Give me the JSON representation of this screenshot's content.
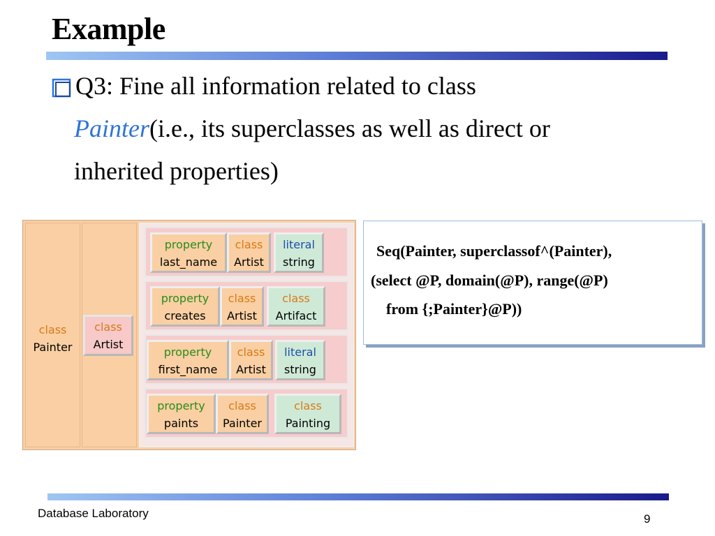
{
  "title": "Example",
  "question": {
    "line1": "Q3: Fine all information related to class",
    "class_name": "Painter",
    "line2_rest": "(i.e., its superclasses as well as direct or",
    "line3": "inherited properties)"
  },
  "diagram": {
    "painter": {
      "kind": "class",
      "name": "Painter"
    },
    "artist": {
      "kind": "class",
      "name": "Artist"
    },
    "rows": [
      {
        "cells": [
          {
            "kw": "property",
            "val": "last_name"
          },
          {
            "kw": "class",
            "val": "Artist"
          },
          {
            "kw": "literal",
            "val": "string"
          }
        ]
      },
      {
        "cells": [
          {
            "kw": "property",
            "val": "creates"
          },
          {
            "kw": "class",
            "val": "Artist"
          },
          {
            "kw": "class",
            "val": "Artifact"
          }
        ]
      },
      {
        "cells": [
          {
            "kw": "property",
            "val": "first_name"
          },
          {
            "kw": "class",
            "val": "Artist"
          },
          {
            "kw": "literal",
            "val": "string"
          }
        ]
      },
      {
        "cells": [
          {
            "kw": "property",
            "val": "paints"
          },
          {
            "kw": "class",
            "val": "Painter"
          },
          {
            "kw": "class",
            "val": "Painting"
          }
        ]
      }
    ]
  },
  "query": {
    "line1": "Seq(Painter, superclassof^(Painter),",
    "line2": "(select @P, domain(@P), range(@P)",
    "line3": "from {;Painter}@P))"
  },
  "footer": {
    "left": "Database Laboratory",
    "page": "9"
  },
  "colors": {
    "accent_blue": "#2f74d8",
    "bar_dark": "#1a1a8c"
  }
}
